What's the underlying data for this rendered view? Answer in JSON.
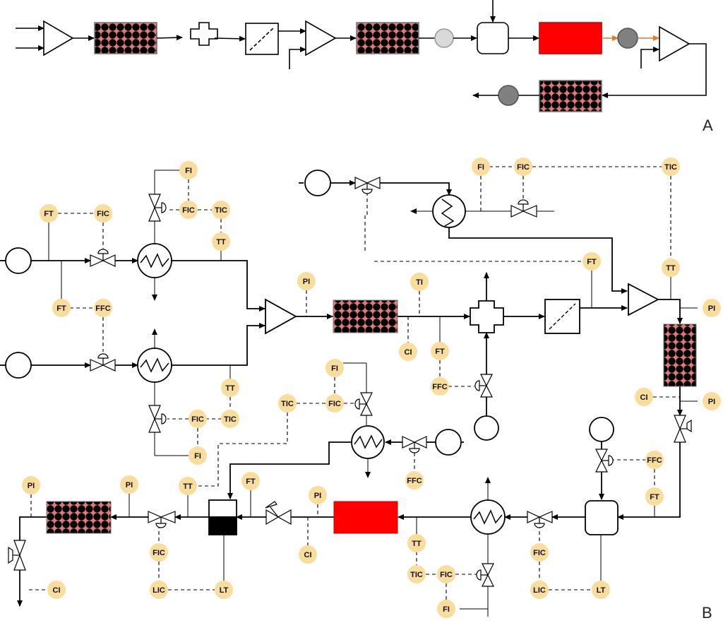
{
  "panels": {
    "a": "A",
    "b": "B"
  },
  "colors": {
    "tag_fill": "#f9dd9d",
    "reactor_red": "#ff0000",
    "packed_bed_dots": "#000000",
    "packed_bed_bg": "#e27a7a",
    "grey_light": "#d9d9d9",
    "grey_dark": "#808080",
    "orange_stream": "#e87722"
  },
  "instruments": [
    {
      "id": "i1",
      "label": "FT"
    },
    {
      "id": "i2",
      "label": "FIC"
    },
    {
      "id": "i3",
      "label": "FT"
    },
    {
      "id": "i4",
      "label": "FFC"
    },
    {
      "id": "i5",
      "label": "FI"
    },
    {
      "id": "i6",
      "label": "FIC"
    },
    {
      "id": "i7",
      "label": "TIC"
    },
    {
      "id": "i8",
      "label": "TT"
    },
    {
      "id": "i9",
      "label": "TT"
    },
    {
      "id": "i10",
      "label": "FIC"
    },
    {
      "id": "i11",
      "label": "TIC"
    },
    {
      "id": "i12",
      "label": "FI"
    },
    {
      "id": "i13",
      "label": "PI"
    },
    {
      "id": "i14",
      "label": "TI"
    },
    {
      "id": "i15",
      "label": "CI"
    },
    {
      "id": "i16",
      "label": "FT"
    },
    {
      "id": "i17",
      "label": "FFC"
    },
    {
      "id": "i18",
      "label": "FI"
    },
    {
      "id": "i19",
      "label": "FIC"
    },
    {
      "id": "i20",
      "label": "TIC"
    },
    {
      "id": "i21",
      "label": "FFC"
    },
    {
      "id": "i22",
      "label": "FI"
    },
    {
      "id": "i23",
      "label": "FIC"
    },
    {
      "id": "i24",
      "label": "TIC"
    },
    {
      "id": "i25",
      "label": "FT"
    },
    {
      "id": "i26",
      "label": "TT"
    },
    {
      "id": "i27",
      "label": "PI"
    },
    {
      "id": "i28",
      "label": "CI"
    },
    {
      "id": "i29",
      "label": "PI"
    },
    {
      "id": "i30",
      "label": "FFC"
    },
    {
      "id": "i31",
      "label": "FT"
    },
    {
      "id": "i32",
      "label": "PI"
    },
    {
      "id": "i33",
      "label": "PI"
    },
    {
      "id": "i34",
      "label": "TT"
    },
    {
      "id": "i35",
      "label": "FT"
    },
    {
      "id": "i36",
      "label": "PI"
    },
    {
      "id": "i37",
      "label": "CI"
    },
    {
      "id": "i38",
      "label": "FIC"
    },
    {
      "id": "i39",
      "label": "LIC"
    },
    {
      "id": "i40",
      "label": "LT"
    },
    {
      "id": "i41",
      "label": "TT"
    },
    {
      "id": "i42",
      "label": "TIC"
    },
    {
      "id": "i43",
      "label": "FIC"
    },
    {
      "id": "i44",
      "label": "FI"
    },
    {
      "id": "i45",
      "label": "FIC"
    },
    {
      "id": "i46",
      "label": "LIC"
    },
    {
      "id": "i47",
      "label": "LT"
    },
    {
      "id": "i48",
      "label": "CI"
    }
  ]
}
